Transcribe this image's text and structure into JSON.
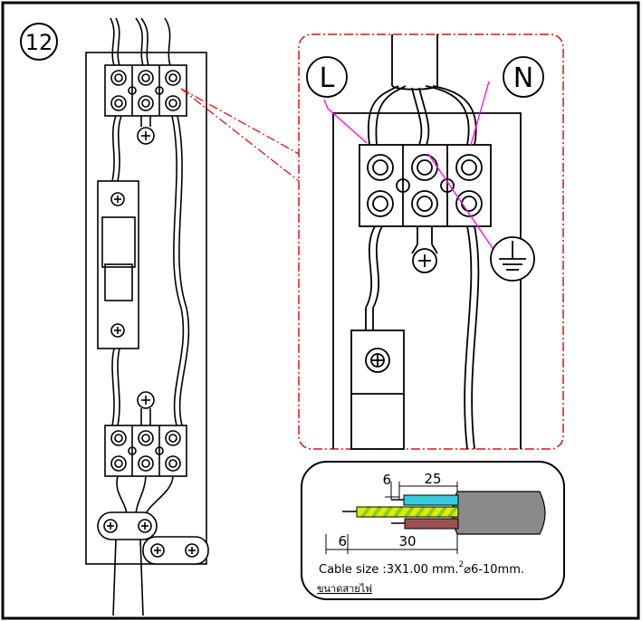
{
  "step_number": "12",
  "detail": {
    "line_label": "L",
    "neutral_label": "N"
  },
  "cable_spec": {
    "dim_short": "6",
    "dim_inner": "25",
    "dim_strip": "6",
    "dim_outer": "30",
    "caption_main": "Cable size :3X1.00 mm.",
    "caption_sup": "2",
    "caption_tail": "⌀6-10mm.",
    "caption_thai": "ขนาดสายไฟ"
  },
  "colors": {
    "border": "#000000",
    "callout_red": "#dd1111",
    "leader_magenta": "#ff00ff",
    "wire_blue": "#33ccdd",
    "wire_earth_green": "#88cc22",
    "wire_earth_yellow": "#ddee00",
    "wire_brown": "#9a5050",
    "cable_grey": "#8a8a8a"
  }
}
